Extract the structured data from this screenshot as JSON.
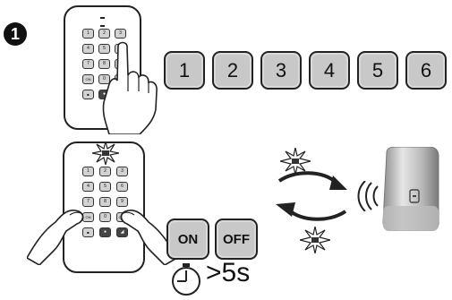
{
  "step": {
    "number": "1"
  },
  "remote_keys": [
    "1",
    "2",
    "3",
    "4",
    "5",
    "6",
    "7",
    "8",
    "9",
    "ON",
    "0",
    "OFF"
  ],
  "code_keys": [
    "1",
    "2",
    "3",
    "4",
    "5",
    "6"
  ],
  "buttons": {
    "on": "ON",
    "off": "OFF"
  },
  "timer": {
    "duration": ">5s"
  }
}
